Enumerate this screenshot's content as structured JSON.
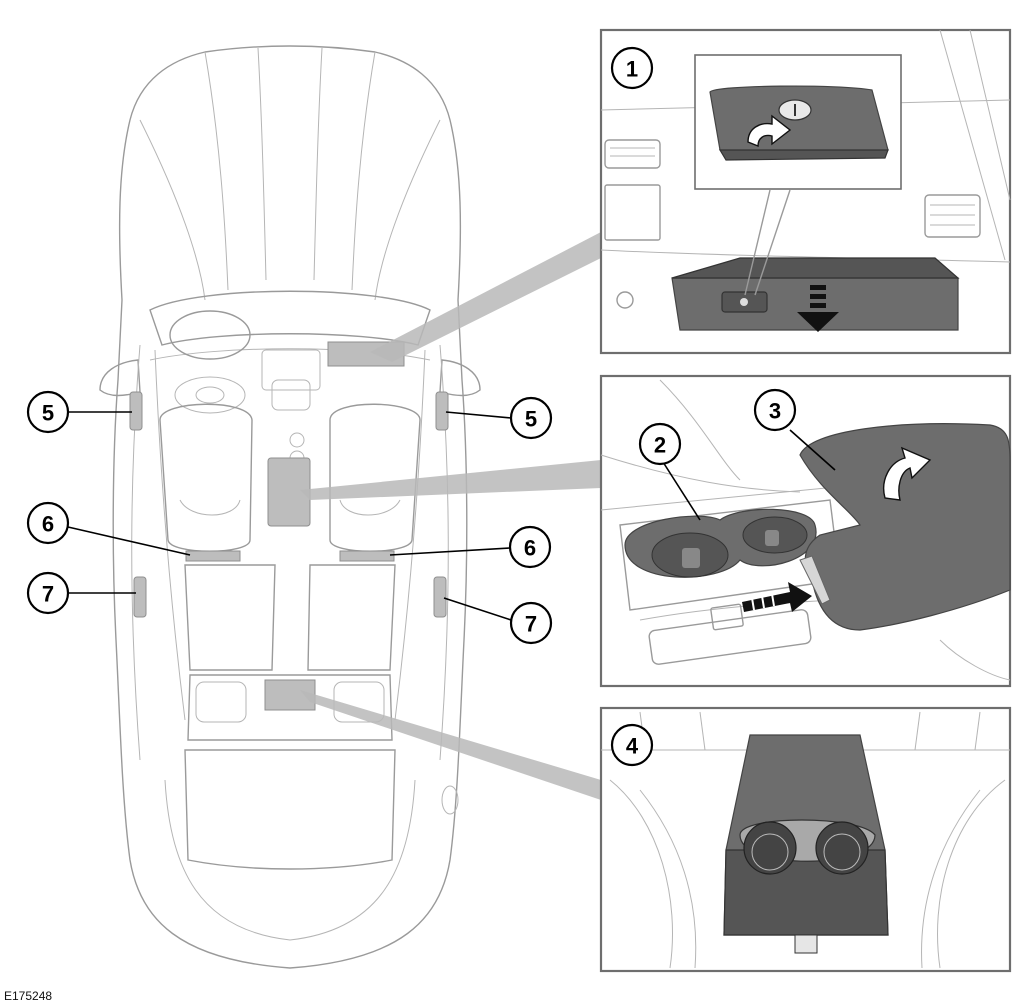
{
  "figure_id": "E175248",
  "callouts": {
    "c1": "1",
    "c2": "2",
    "c3": "3",
    "c4": "4",
    "c5_left": "5",
    "c5_right": "5",
    "c6_left": "6",
    "c6_right": "6",
    "c7_left": "7",
    "c7_right": "7"
  },
  "icons": {
    "glovebox_detail": "glovebox-icon",
    "center_console_detail": "cupholder-armrest-icon",
    "rear_armrest_detail": "rear-cupholder-icon",
    "unlock_arrow": "curved-arrow-icon",
    "open_arrow": "down-arrow-icon"
  },
  "colors": {
    "panel_border": "#6e6e6e",
    "highlight_grey": "#bdbdbd",
    "component_dark": "#6d6d6d"
  }
}
